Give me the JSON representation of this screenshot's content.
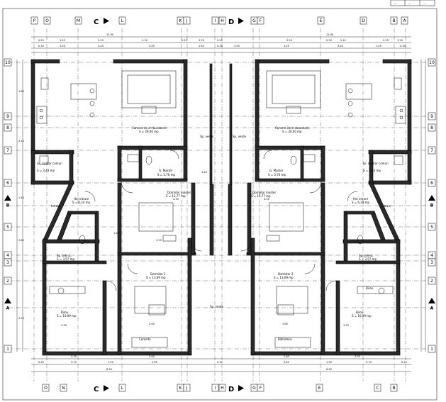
{
  "axes_top": [
    "P",
    "O",
    "M",
    "L",
    "K",
    "J",
    "I",
    "H",
    "G",
    "F",
    "E",
    "D",
    "B",
    "A"
  ],
  "axes_bottom": [
    "O",
    "N",
    "L",
    "K",
    "J",
    "I",
    "H",
    "G",
    "F",
    "E",
    "C",
    "B"
  ],
  "axes_left": [
    "10",
    "9",
    "8",
    "7",
    "6",
    "B",
    "5",
    "4",
    "3",
    "2",
    "A",
    "1"
  ],
  "axes_right": [
    "10",
    "9",
    "8",
    "7",
    "6",
    "B",
    "5",
    "4",
    "3",
    "2",
    "A",
    "1"
  ],
  "section_marks": {
    "c": "C",
    "d": "D"
  },
  "rooms": {
    "living_left": "Camera de zi+bucatarie",
    "living_left_area": "S = 26,00 mp",
    "living_right": "Camera de zi+bucatarie",
    "living_right_area": "S = 26,00 mp",
    "bath_left": "Gr. sanitar comun",
    "bath_left_area": "S = 3,43 mp",
    "bath_right": "Gr. sanitar comun",
    "bath_right_area": "S = 3,43 mp",
    "master_bath_left": "G. Master",
    "master_bath_left_area": "S = 3,70 mp",
    "master_bath_right": "G. Master",
    "master_bath_right_area": "S = 3,70 mp",
    "hall_left": "Hol intrare",
    "hall_left_area": "S = 6,24 mp",
    "hall_right": "Hol intrare",
    "hall_right_area": "S = 6,24 mp",
    "master_left": "Dormitor master",
    "master_left_area": "S = 13,77 mp",
    "master_right": "Dormitor master",
    "master_right_area": "S = 13,77 mp",
    "stair_left": "Sp. tehnic",
    "stair_left_area": "S = 3,57 mp",
    "stair_right": "Sp. tehnic",
    "stair_right_area": "S = 3,57 mp",
    "bed2_left": "Dormitor 2",
    "bed2_left_area": "S = 13,09 mp",
    "bed2_right": "Dormitor 2",
    "bed2_right_area": "S = 13,09 mp",
    "office_left": "Birou",
    "office_left_area": "S = 10,09 mp",
    "office_right": "Birou",
    "office_right_area": "S = 10,09 mp",
    "sp_verde_top_left": "Sp. verde",
    "sp_verde_top_right": "Sp. verde",
    "sp_verde_bottom": "Sp. verde",
    "wardrobe_left": "Comoda",
    "wardrobe_right": "Biblioteca",
    "intrare_left": "Intrare",
    "intrare_right": "Intrare",
    "birou_label": "Birou"
  },
  "dims": {
    "top_total": "12.90",
    "top_row": [
      "0.25",
      "1.55",
      "3.20",
      "2.10",
      "0.25",
      "3.76",
      "0.25",
      "3.20",
      "0.30",
      "2.10",
      "0.25",
      "1.20"
    ],
    "top_row2": [
      "0.30",
      "1.55",
      "3.20",
      "3.25",
      "1.50",
      "0.30",
      "1.50",
      "3.25",
      "3.20",
      "1.55",
      "0.30"
    ],
    "bottom_total": "6.90",
    "bottom_total_right": "6.90",
    "bottom_row": [
      "0.25",
      "3.70",
      "1.50",
      "2.65",
      "0.30",
      "2.65",
      "1.50",
      "3.70",
      "0.25"
    ],
    "bottom_row2": [
      "3.35",
      "2.60",
      "2.60",
      "3.35"
    ],
    "left_dims": [
      "1.85",
      "3.10",
      "1.40",
      "2.65",
      "2.70"
    ],
    "inner_dims": [
      "4.30",
      "3.20",
      "2.60",
      "3.35",
      "1.50",
      "2.65",
      "3.70",
      "1.26",
      "4.35"
    ]
  },
  "title_block": [
    "—",
    "—",
    "—"
  ]
}
